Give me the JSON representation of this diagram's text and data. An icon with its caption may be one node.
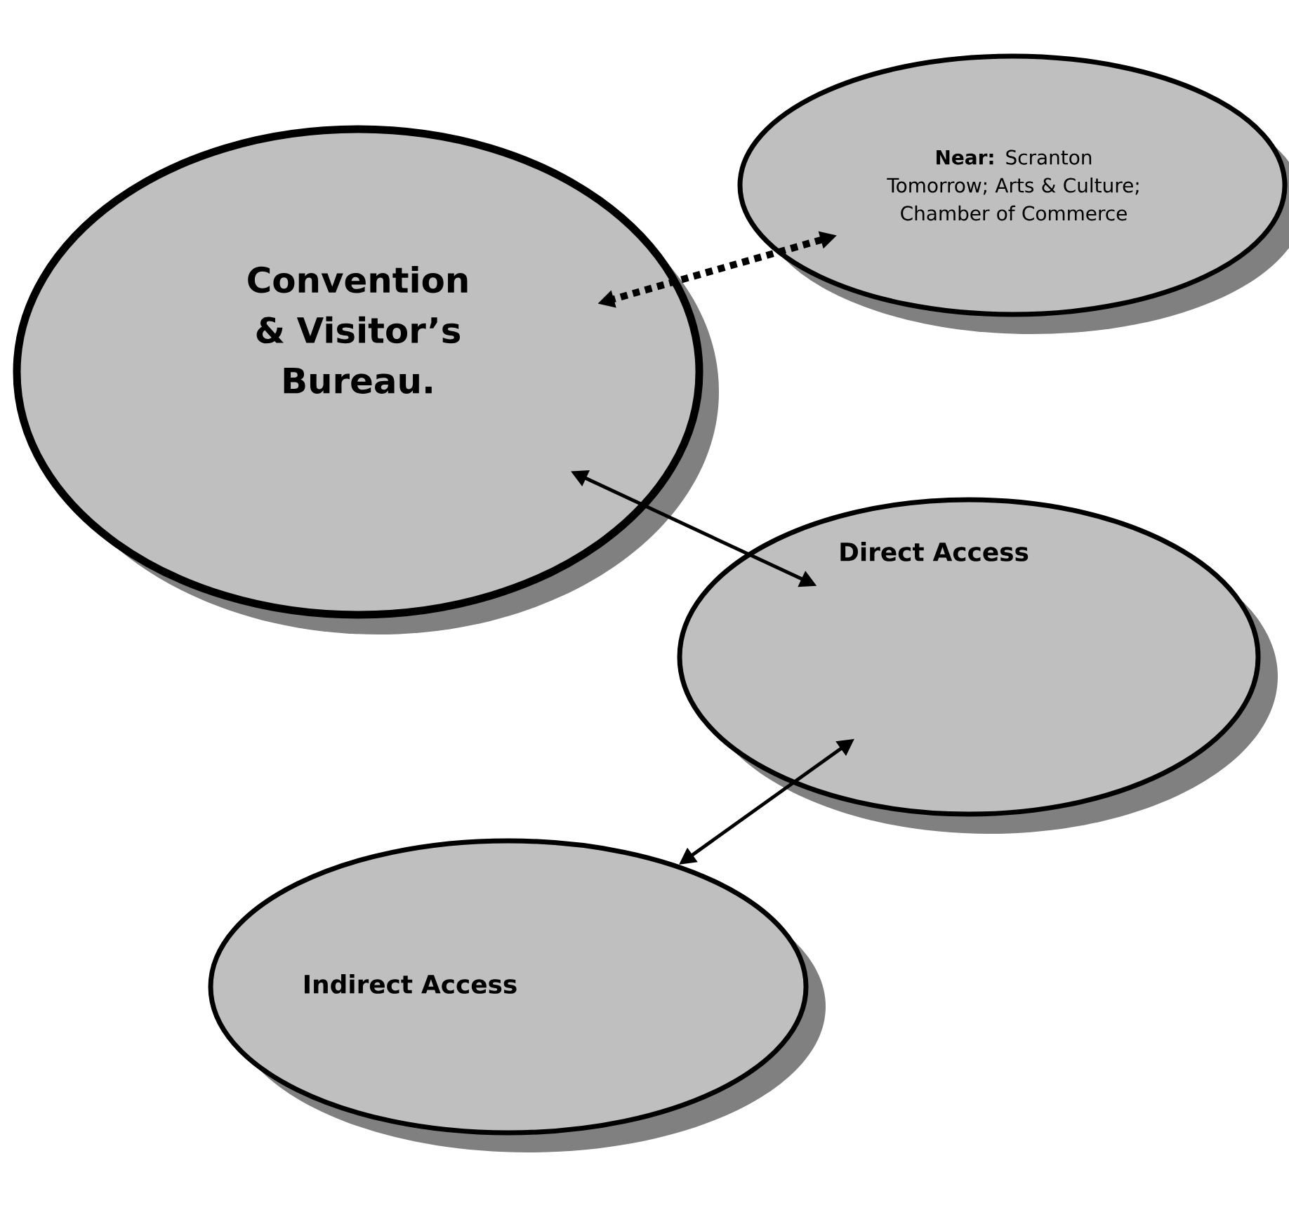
{
  "diagram": {
    "nodes": [
      {
        "text": [
          "**Near:** Scranton Tomorrow; Arts & Culture; Chamber of Commerce"
        ]
      },
      {
        "text": [
          "Convention & Visitor’s Bureau."
        ]
      },
      {
        "text": [
          "Direct Access"
        ]
      },
      {
        "text": [
          "Indirect Access"
        ]
      }
    ],
    "edges": [
      {
        "from": 0,
        "to": 1,
        "arrow": "both",
        "style": "dashed"
      },
      {
        "from": 1,
        "to": 2,
        "arrow": "both"
      },
      {
        "from": 2,
        "to": 3,
        "arrow": "both"
      }
    ]
  }
}
